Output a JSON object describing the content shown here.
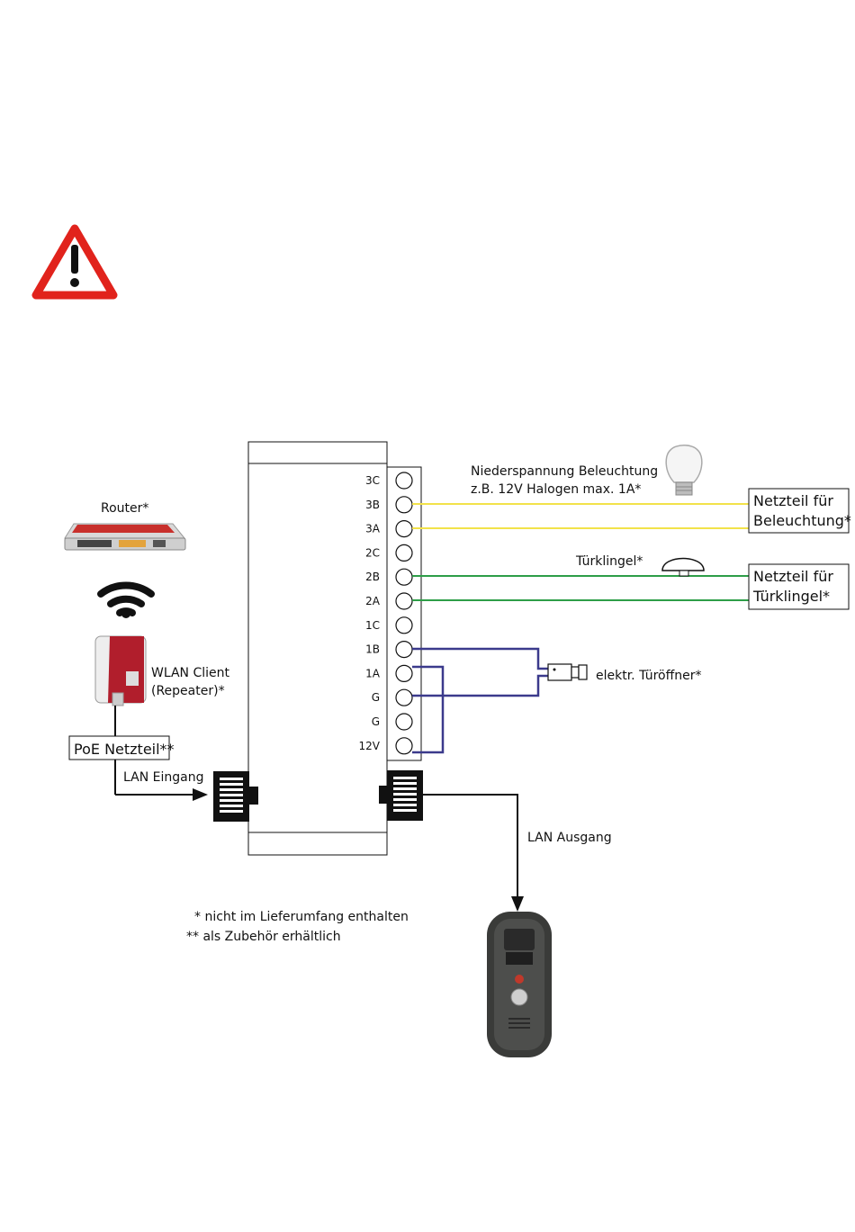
{
  "router": {
    "label": "Router*"
  },
  "repeater": {
    "label_line1": "WLAN Client",
    "label_line2": "(Repeater)*"
  },
  "poe": {
    "label": "PoE Netzteil**"
  },
  "lan_in": {
    "label": "LAN Eingang"
  },
  "lan_out": {
    "label": "LAN Ausgang"
  },
  "terminals": [
    "3C",
    "3B",
    "3A",
    "2C",
    "2B",
    "2A",
    "1C",
    "1B",
    "1A",
    "G",
    "G",
    "12V"
  ],
  "lighting": {
    "label_line1": "Niederspannung Beleuchtung",
    "label_line2": "z.B. 12V Halogen max. 1A*",
    "psu_line1": "Netzteil für",
    "psu_line2": "Beleuchtung*"
  },
  "doorbell": {
    "label": "Türklingel*",
    "psu_line1": "Netzteil für",
    "psu_line2": "Türklingel*"
  },
  "opener": {
    "label": "elektr. Türöffner*"
  },
  "notes": {
    "note1": "* nicht im Lieferumfang enthalten",
    "note2": "** als Zubehör erhältlich"
  },
  "colors": {
    "warning_red": "#e1231c",
    "lighting_wire": "#f2e24a",
    "doorbell_wire": "#2e9e48",
    "opener_wire": "#3b3a8c",
    "router_red": "#c8302c",
    "repeater_red": "#b11e2c",
    "intercom_body": "#3a3b39"
  }
}
